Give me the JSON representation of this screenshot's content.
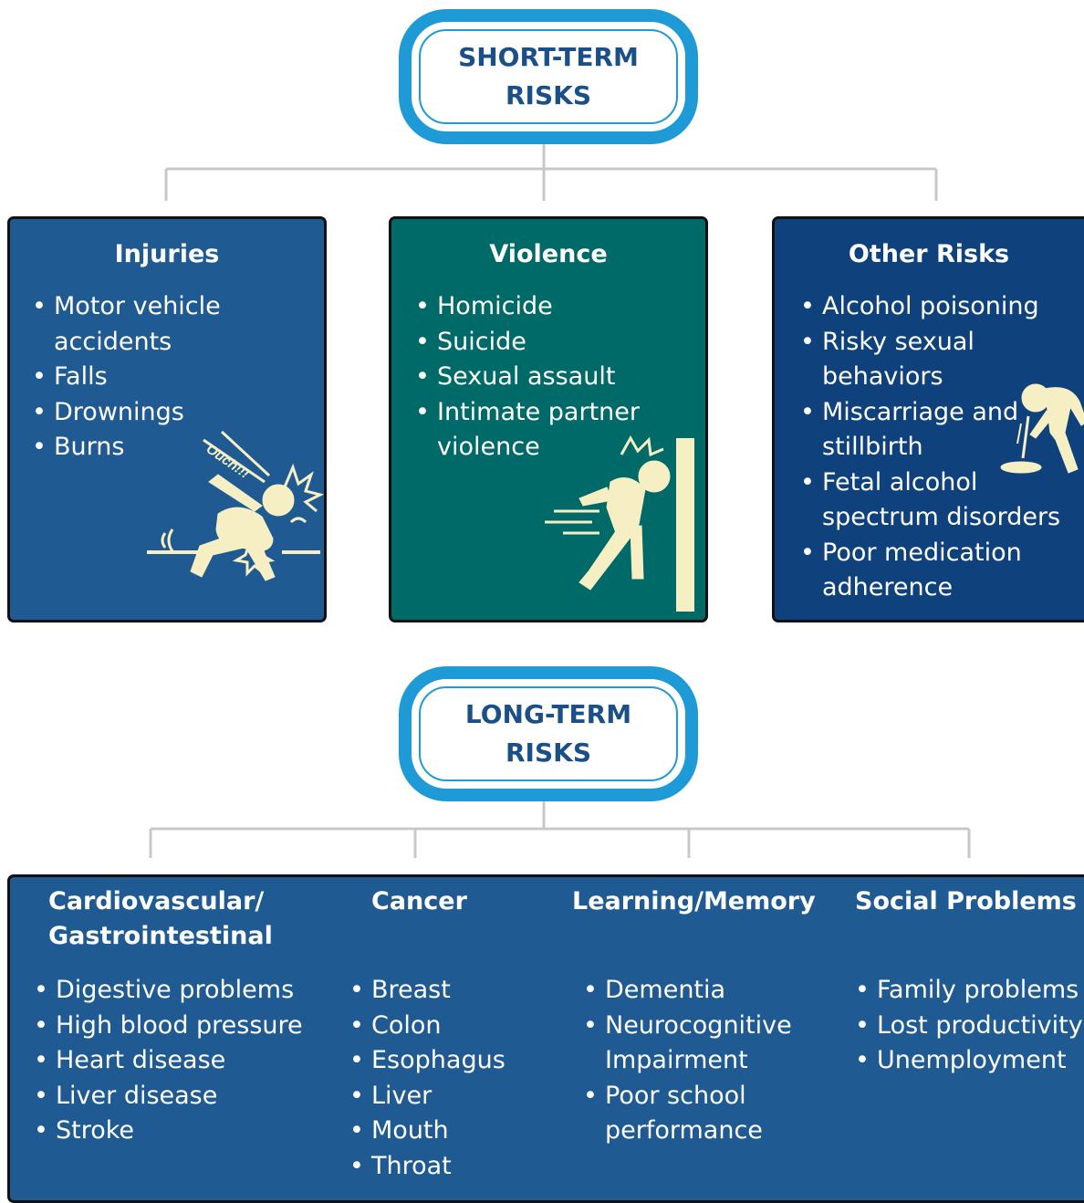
{
  "short_term": {
    "title": "SHORT-TERM RISKS",
    "categories": [
      {
        "title": "Injuries",
        "items": [
          "Motor vehicle accidents",
          "Falls",
          "Drownings",
          "Burns"
        ]
      },
      {
        "title": "Violence",
        "items": [
          "Homicide",
          "Suicide",
          "Sexual assault",
          "Intimate partner violence"
        ]
      },
      {
        "title": "Other Risks",
        "items": [
          "Alcohol poisoning",
          "Risky sexual behaviors",
          "Miscarriage and stillbirth",
          "Fetal alcohol spectrum disorders",
          "Poor medication adherence"
        ]
      }
    ],
    "injury_exclamation": "Ouch!!!"
  },
  "long_term": {
    "title": "LONG-TERM RISKS",
    "categories": [
      {
        "title": "Cardiovascular/ Gastrointestinal",
        "items": [
          "Digestive problems",
          "High blood pressure",
          "Heart disease",
          "Liver disease",
          "Stroke"
        ]
      },
      {
        "title": "Cancer",
        "items": [
          "Breast",
          "Colon",
          "Esophagus",
          "Liver",
          "Mouth",
          "Throat"
        ]
      },
      {
        "title": "Learning/Memory",
        "items": [
          "Dementia",
          "Neurocognitive Impairment",
          "Poor school performance"
        ]
      },
      {
        "title": "Social Problems",
        "items": [
          "Family problems",
          "Lost productivity",
          "Unemployment"
        ]
      }
    ]
  },
  "colors": {
    "hub_ring": "#1e9ad6",
    "hub_text": "#1a4f87",
    "injuries_bg": "#1f5a92",
    "violence_bg": "#006a68",
    "other_bg": "#0f427c",
    "longterm_bg": "#1f5a92",
    "illustration": "#f6efc4"
  },
  "icons": [
    "fall-injury-icon",
    "wall-collision-icon",
    "vomiting-person-icon"
  ]
}
